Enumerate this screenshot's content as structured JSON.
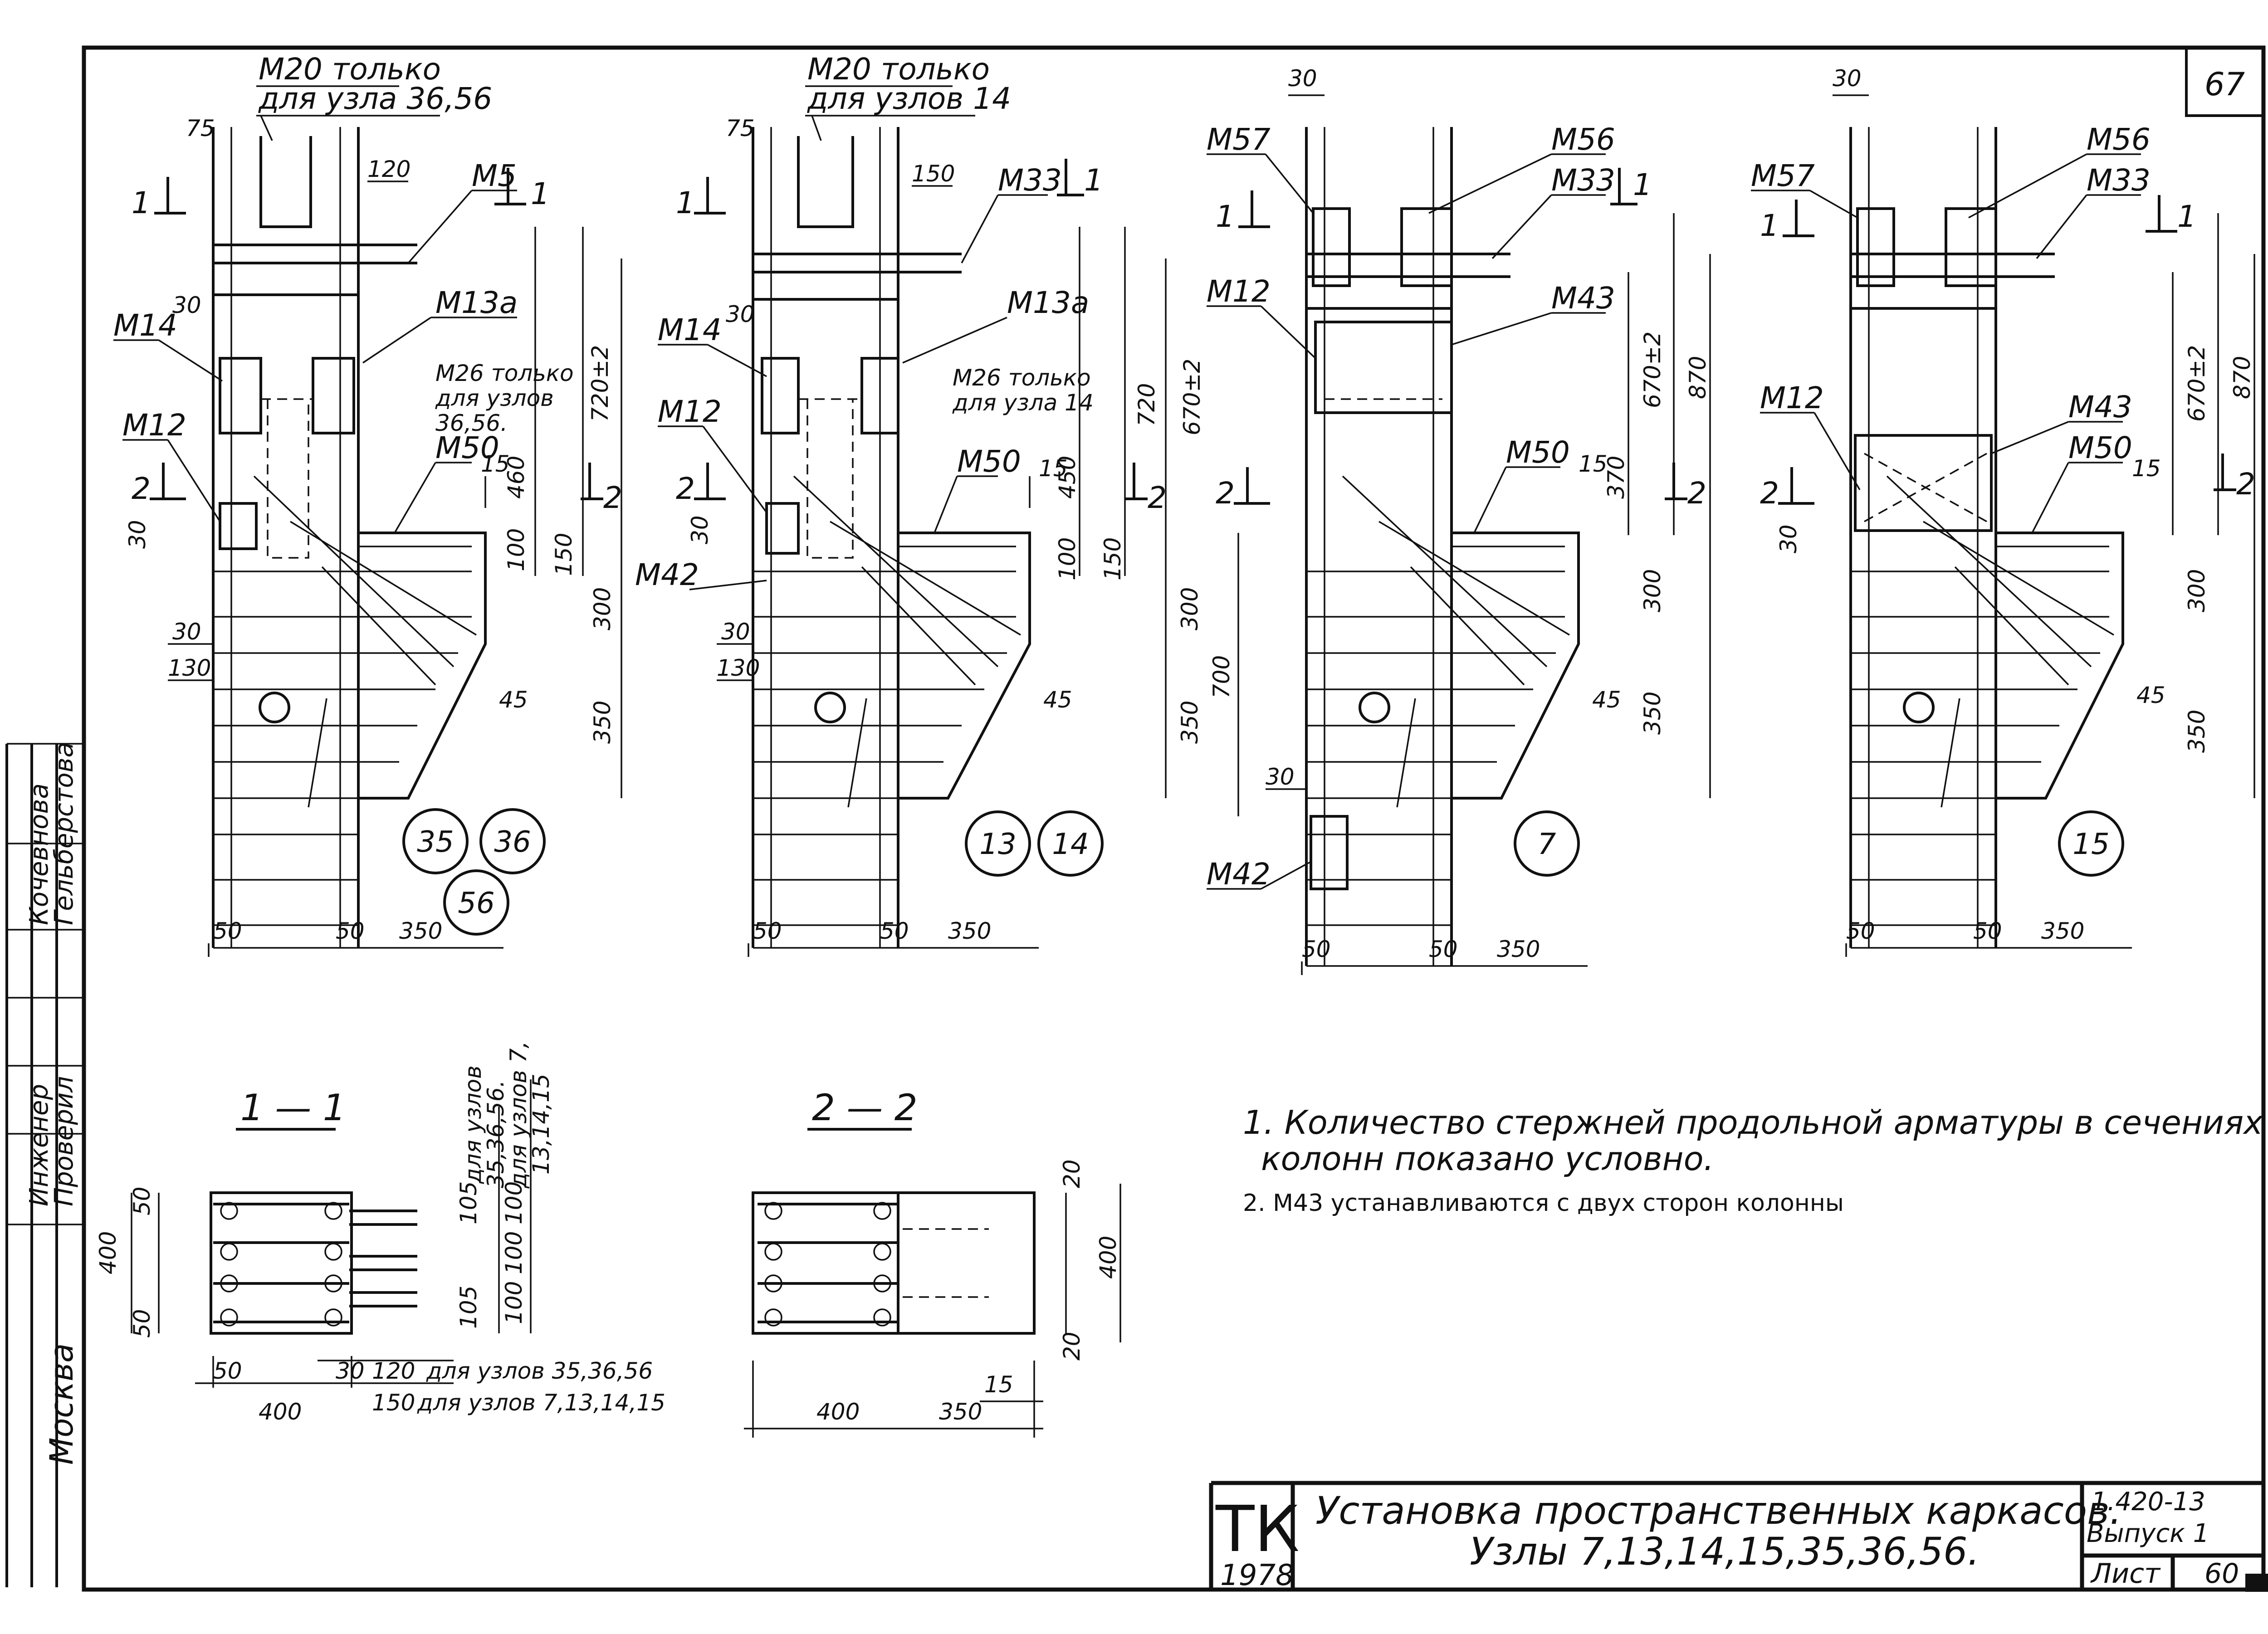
{
  "sheet": {
    "page_number": "67"
  },
  "stamp": {
    "texts": [
      "Москва",
      "Инженер",
      "Проверил",
      "Кочевнова",
      "Гельберстова"
    ]
  },
  "details": [
    {
      "node_ids": [
        "35",
        "36",
        "56"
      ],
      "top_note": [
        "М20 только",
        "для узла 36,56"
      ],
      "mark_labels": [
        "М5",
        "М13а",
        "М14",
        "М12",
        "М26 только",
        "для узлов",
        "36,56.",
        "М50"
      ],
      "dims_right": [
        "720±2",
        "460",
        "100",
        "150",
        "300",
        "350",
        "15",
        "45"
      ],
      "dims_left": [
        "75",
        "120",
        "30",
        "30",
        "30",
        "130"
      ],
      "dims_bottom": [
        "50",
        "50",
        "350"
      ],
      "section_marks": [
        "1",
        "1",
        "2",
        "2"
      ]
    },
    {
      "node_ids": [
        "13",
        "14"
      ],
      "top_note": [
        "М20 только",
        "для узлов 14"
      ],
      "mark_labels": [
        "М33",
        "М13а",
        "М14",
        "М12",
        "М26 только",
        "для узла 14",
        "М50",
        "М42"
      ],
      "dims_right": [
        "720",
        "670±2",
        "450",
        "15",
        "100",
        "150",
        "300",
        "350",
        "45"
      ],
      "dims_left": [
        "75",
        "150",
        "30",
        "30",
        "30",
        "130"
      ],
      "dims_bottom": [
        "50",
        "50",
        "350"
      ],
      "section_marks": [
        "1",
        "1",
        "2",
        "2"
      ]
    },
    {
      "node_ids": [
        "7"
      ],
      "top_note": [],
      "mark_labels": [
        "М57",
        "М56",
        "М33",
        "М12",
        "М43",
        "М50",
        "М42"
      ],
      "dims_right": [
        "670±2",
        "870",
        "15",
        "370",
        "300",
        "350",
        "45"
      ],
      "dims_left": [
        "30",
        "700",
        "30"
      ],
      "dims_bottom": [
        "50",
        "50",
        "350"
      ],
      "section_marks": [
        "1",
        "1",
        "2",
        "2"
      ]
    },
    {
      "node_ids": [
        "15"
      ],
      "top_note": [],
      "mark_labels": [
        "М57",
        "М56",
        "М33",
        "М12",
        "М43",
        "М50"
      ],
      "dims_right": [
        "670±2",
        "870",
        "15",
        "300",
        "45",
        "350"
      ],
      "dims_left": [
        "30",
        "30"
      ],
      "dims_bottom": [
        "50",
        "50",
        "350"
      ],
      "section_marks": [
        "1",
        "1",
        "2",
        "2"
      ]
    }
  ],
  "section_1_1": {
    "title": "1 — 1",
    "dims": [
      "400",
      "50",
      "50",
      "50",
      "30",
      "400",
      "120",
      "150",
      "105",
      "100",
      "100",
      "100",
      "105"
    ],
    "notes": [
      "для узлов 35,36,56",
      "для узлов 7,13,14,15",
      "для узлов",
      "35,36,56.",
      "для узлов 7,",
      "13,14,15"
    ]
  },
  "section_2_2": {
    "title": "2 — 2",
    "dims": [
      "20",
      "400",
      "20",
      "15",
      "400",
      "350"
    ]
  },
  "notes": [
    "1. Количество стержней продольной арматуры в сечениях",
    "колонн показано условно.",
    "2. М43 устанавливаются с двух сторон колонны"
  ],
  "title_block": {
    "org": "ТК",
    "year": "1978",
    "title_line1": "Установка пространственных каркасов.",
    "title_line2": "Узлы 7,13,14,15,35,36,56.",
    "series": "1.420-13",
    "issue": "Выпуск 1",
    "sheet_label": "Лист",
    "sheet_number": "60"
  }
}
